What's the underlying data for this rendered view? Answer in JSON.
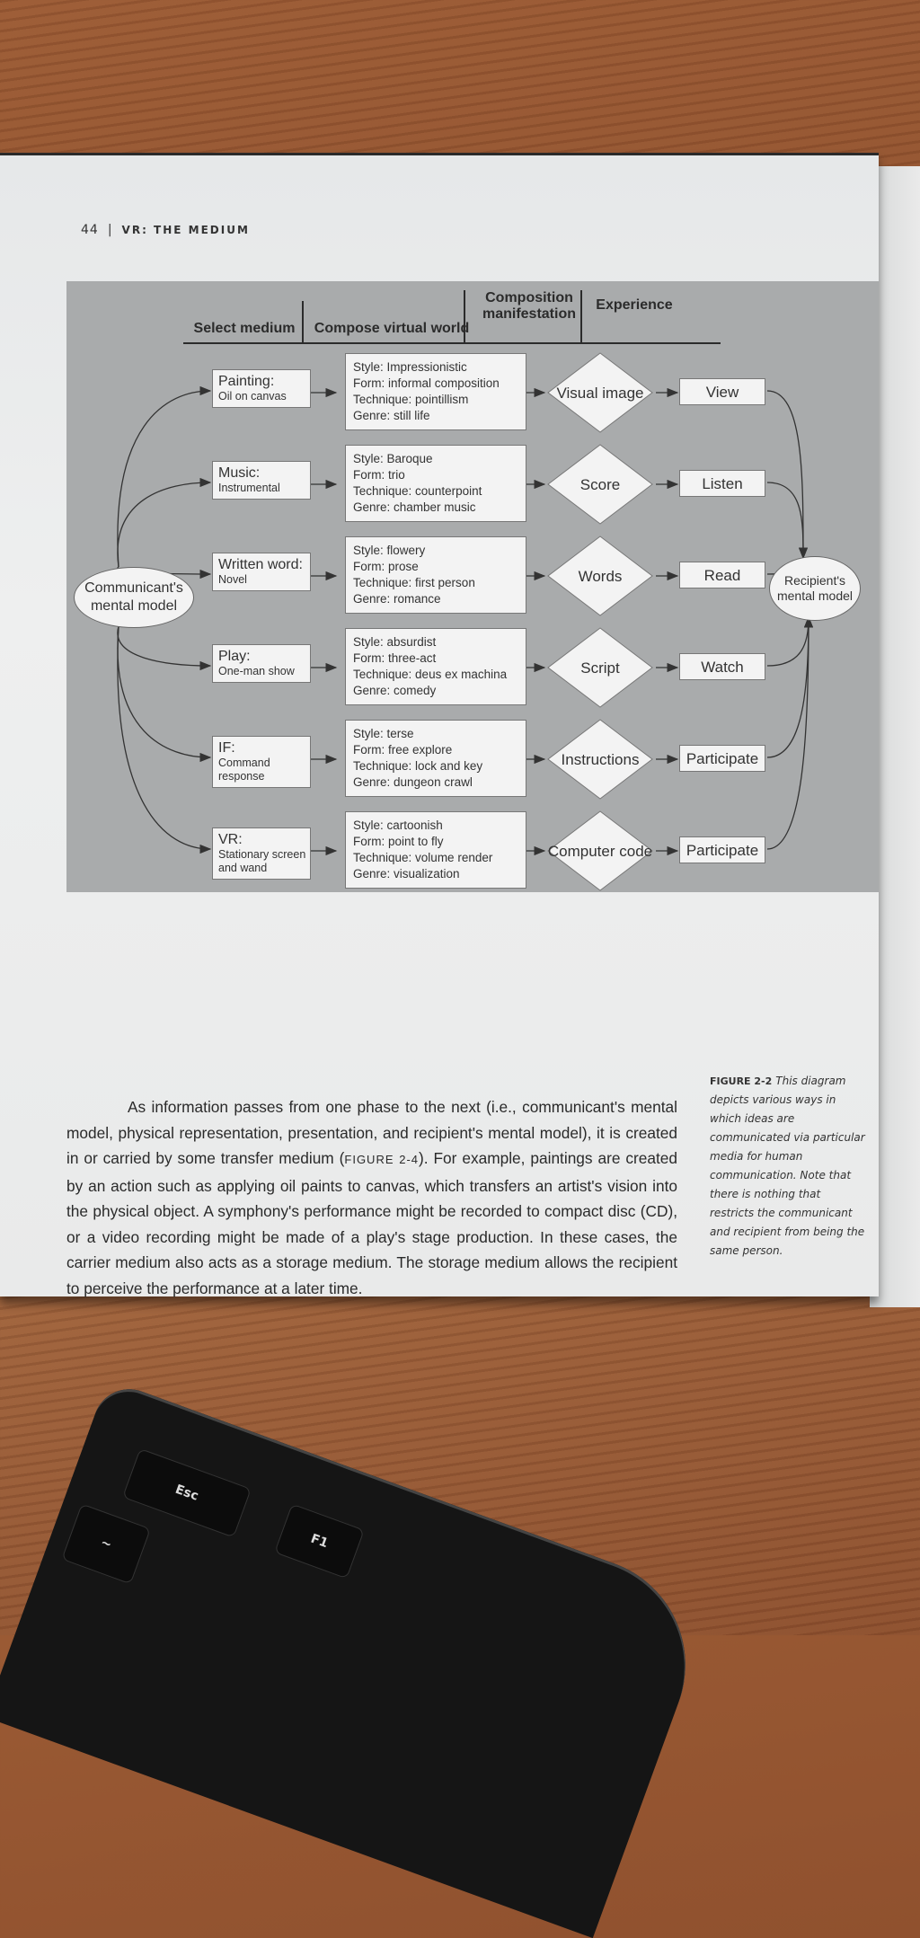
{
  "header": {
    "page_number": "44",
    "separator": "|",
    "running_title": "VR: THE MEDIUM"
  },
  "figure": {
    "columns": [
      "Select medium",
      "Compose virtual world",
      "Composition manifestation",
      "Experience"
    ],
    "communicant": "Communicant's mental model",
    "recipient": "Recipient's mental model",
    "rows": [
      {
        "medium": "Painting:",
        "medium_sub": "Oil on canvas",
        "world": [
          "Style: Impressionistic",
          "Form: informal composition",
          "Technique: pointillism",
          "Genre: still life"
        ],
        "manifestation": "Visual image",
        "experience": "View"
      },
      {
        "medium": "Music:",
        "medium_sub": "Instrumental",
        "world": [
          "Style: Baroque",
          "Form: trio",
          "Technique: counterpoint",
          "Genre: chamber music"
        ],
        "manifestation": "Score",
        "experience": "Listen"
      },
      {
        "medium": "Written word:",
        "medium_sub": "Novel",
        "world": [
          "Style: flowery",
          "Form: prose",
          "Technique: first person",
          "Genre: romance"
        ],
        "manifestation": "Words",
        "experience": "Read"
      },
      {
        "medium": "Play:",
        "medium_sub": "One-man show",
        "world": [
          "Style: absurdist",
          "Form: three-act",
          "Technique: deus ex machina",
          "Genre: comedy"
        ],
        "manifestation": "Script",
        "experience": "Watch"
      },
      {
        "medium": "IF:",
        "medium_sub": "Command response",
        "world": [
          "Style: terse",
          "Form: free explore",
          "Technique: lock and key",
          "Genre: dungeon crawl"
        ],
        "manifestation": "Instructions",
        "experience": "Participate"
      },
      {
        "medium": "VR:",
        "medium_sub": "Stationary screen and wand",
        "world": [
          "Style: cartoonish",
          "Form: point to fly",
          "Technique: volume render",
          "Genre: visualization"
        ],
        "manifestation": "Computer code",
        "experience": "Participate"
      }
    ]
  },
  "caption": {
    "label": "FIGURE 2-2",
    "text": "This diagram depicts various ways in which ideas are communicated via particular media for human communication. Note that there is nothing that restricts the communicant and recipient from being the same person."
  },
  "body": {
    "before_ref": "As information passes from one phase to the next (i.e., communicant's mental model, physical representation, presentation, and recipient's mental model), it is created in or carried by some transfer medium (",
    "ref": "FIGURE 2-4",
    "after_ref": "). For example, paintings are created by an action such as applying oil paints to canvas, which transfers an artist's vision into the physical object. A symphony's performance might be recorded to compact disc (CD), or a video recording might be made of a play's stage production. In these cases, the carrier medium also acts as a storage medium. The storage medium allows the recipient to perceive the performance at a later time."
  },
  "keyboard": {
    "esc": "Esc",
    "tilde": "~",
    "f1": "F1"
  }
}
